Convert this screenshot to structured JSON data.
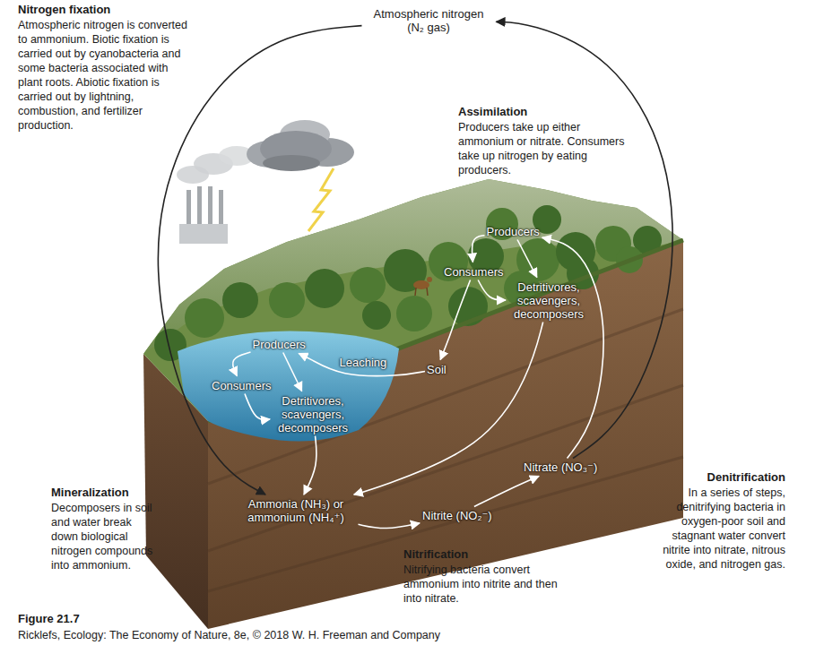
{
  "diagram": {
    "title": "Figure 21.7",
    "caption": "Ricklefs, Ecology: The Economy of Nature, 8e, © 2018 W. H. Freeman and Company",
    "nodes": [
      {
        "text": [
          "Atmospheric nitrogen (N₂ gas)"
        ]
      },
      {
        "text": [
          "Producers"
        ]
      },
      {
        "text": [
          "Consumers"
        ]
      },
      {
        "text": [
          "Detritivores, scavengers, decomposers"
        ]
      },
      {
        "text": [
          "Soil"
        ]
      },
      {
        "text": [
          "Producers"
        ]
      },
      {
        "text": [
          "Consumers"
        ]
      },
      {
        "text": [
          "Detritivores, scavengers, decomposers"
        ]
      },
      {
        "text": [
          "Ammonia (NH₃) or ammonium (NH₄⁺)"
        ]
      },
      {
        "text": [
          "Nitrite (NO₂⁻)"
        ]
      },
      {
        "text": [
          "Nitrate (NO₃⁻)"
        ]
      }
    ],
    "edges": [
      {
        "from": 0,
        "to": 8,
        "arrow": "to"
      },
      {
        "from": 10,
        "to": 0,
        "arrow": "to"
      },
      {
        "from": 10,
        "to": 1,
        "arrow": "to"
      },
      {
        "from": 8,
        "to": 9,
        "arrow": "to"
      },
      {
        "from": 9,
        "to": 10,
        "arrow": "to"
      },
      {
        "from": 1,
        "to": 2,
        "arrow": "to"
      },
      {
        "from": 1,
        "to": 3,
        "arrow": "to"
      },
      {
        "from": 2,
        "to": 3,
        "arrow": "to"
      },
      {
        "from": 2,
        "to": 4,
        "arrow": "to"
      },
      {
        "from": 3,
        "to": 8,
        "arrow": "to"
      },
      {
        "from": 4,
        "to": 5,
        "label": "Leaching",
        "arrow": "to"
      },
      {
        "from": 5,
        "to": 6,
        "arrow": "to"
      },
      {
        "from": 5,
        "to": 7,
        "arrow": "to"
      },
      {
        "from": 6,
        "to": 7,
        "arrow": "to"
      },
      {
        "from": 7,
        "to": 8,
        "arrow": "to"
      }
    ],
    "labels": [
      "Nitrogen fixation",
      "Atmospheric nitrogen is converted to ammonium. Biotic fixation is carried out by cyanobacteria and some bacteria associated with plant roots. Abiotic fixation is carried out by lightning, combustion, and fertilizer production.",
      "Assimilation",
      "Producers take up either ammonium or nitrate. Consumers take up nitrogen by eating producers.",
      "Mineralization",
      "Decomposers in soil and water break down biological nitrogen compounds into ammonium.",
      "Nitrification",
      "Nitrifying bacteria convert ammonium into nitrite and then into nitrate.",
      "Denitrification",
      "In a series of steps, denitrifying bacteria in oxygen-poor soil and stagnant water convert nitrite into nitrate, nitrous oxide, and nitrogen gas."
    ]
  }
}
